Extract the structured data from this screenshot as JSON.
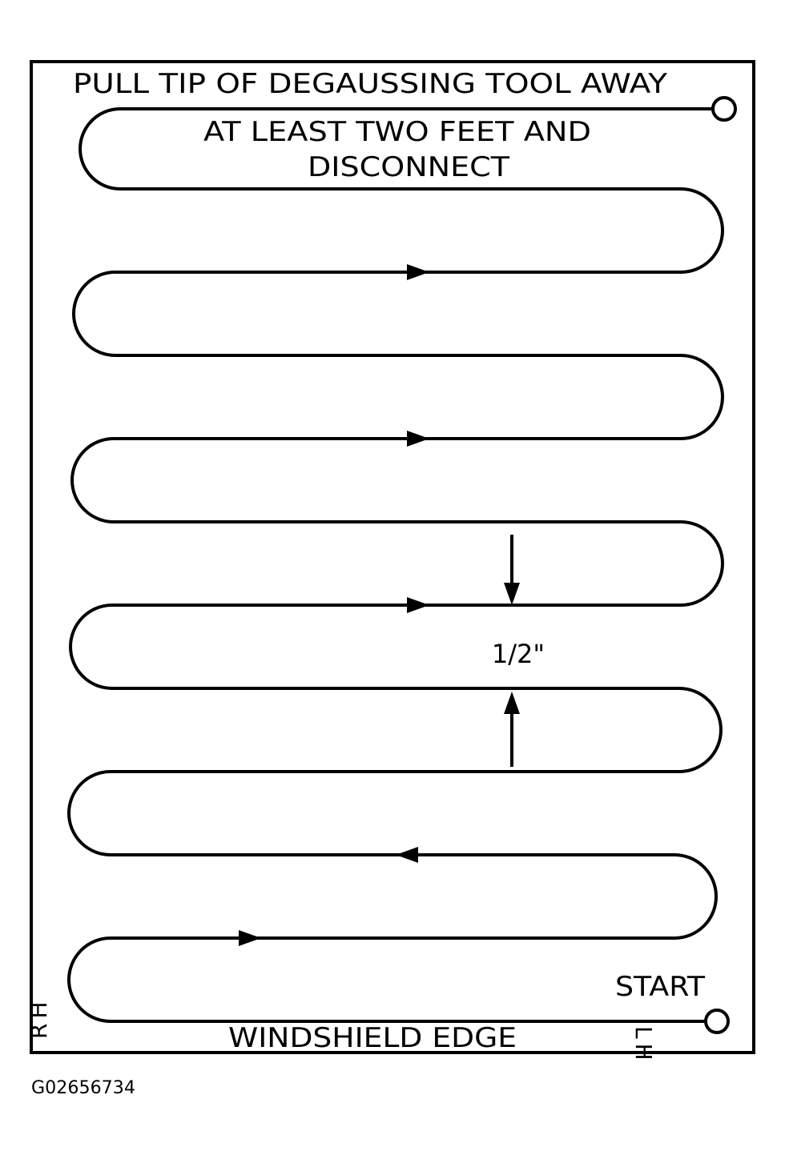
{
  "diagram": {
    "instruction_line_1": "PULL TIP OF DEGAUSSING TOOL AWAY",
    "instruction_line_2": "AT LEAST TWO FEET AND",
    "instruction_line_3": "DISCONNECT",
    "spacing_label": "1/2\"",
    "start_label": "START",
    "edge_label": "WINDSHIELD EDGE",
    "rh_label": "RH",
    "lh_label": "LH"
  },
  "figure_id": "G02656734",
  "colors": {
    "line": "#000000",
    "background": "#ffffff"
  }
}
